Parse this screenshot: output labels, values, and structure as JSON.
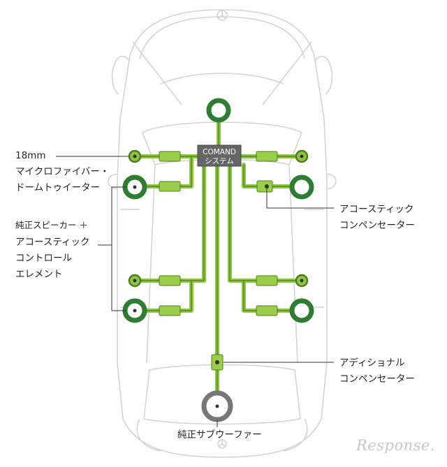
{
  "labels": {
    "tweeter": [
      "18mm",
      "マイクロファイバー・",
      "ドームトゥイーター"
    ],
    "speaker_control": [
      "純正スピーカー ＋",
      "アコースティック",
      "コントロール",
      "エレメント"
    ],
    "acoustic_comp": [
      "アコースティック",
      "コンペンセーター"
    ],
    "additional_comp": [
      "アディショナル",
      "コンペンセーター"
    ],
    "subwoofer": "純正サブウーファー"
  },
  "comand": [
    "COMAND",
    "システム"
  ],
  "logo": "Response.",
  "colors": {
    "wire": "#8dc63f",
    "wire_dark": "#4f7d1c",
    "component": "#9acd4a",
    "speaker_ring": "#2e7d32",
    "subwoofer_ring": "#777777",
    "comand_box": "#666666",
    "car_outline": "#d4d4d4",
    "leader": "#333333"
  }
}
